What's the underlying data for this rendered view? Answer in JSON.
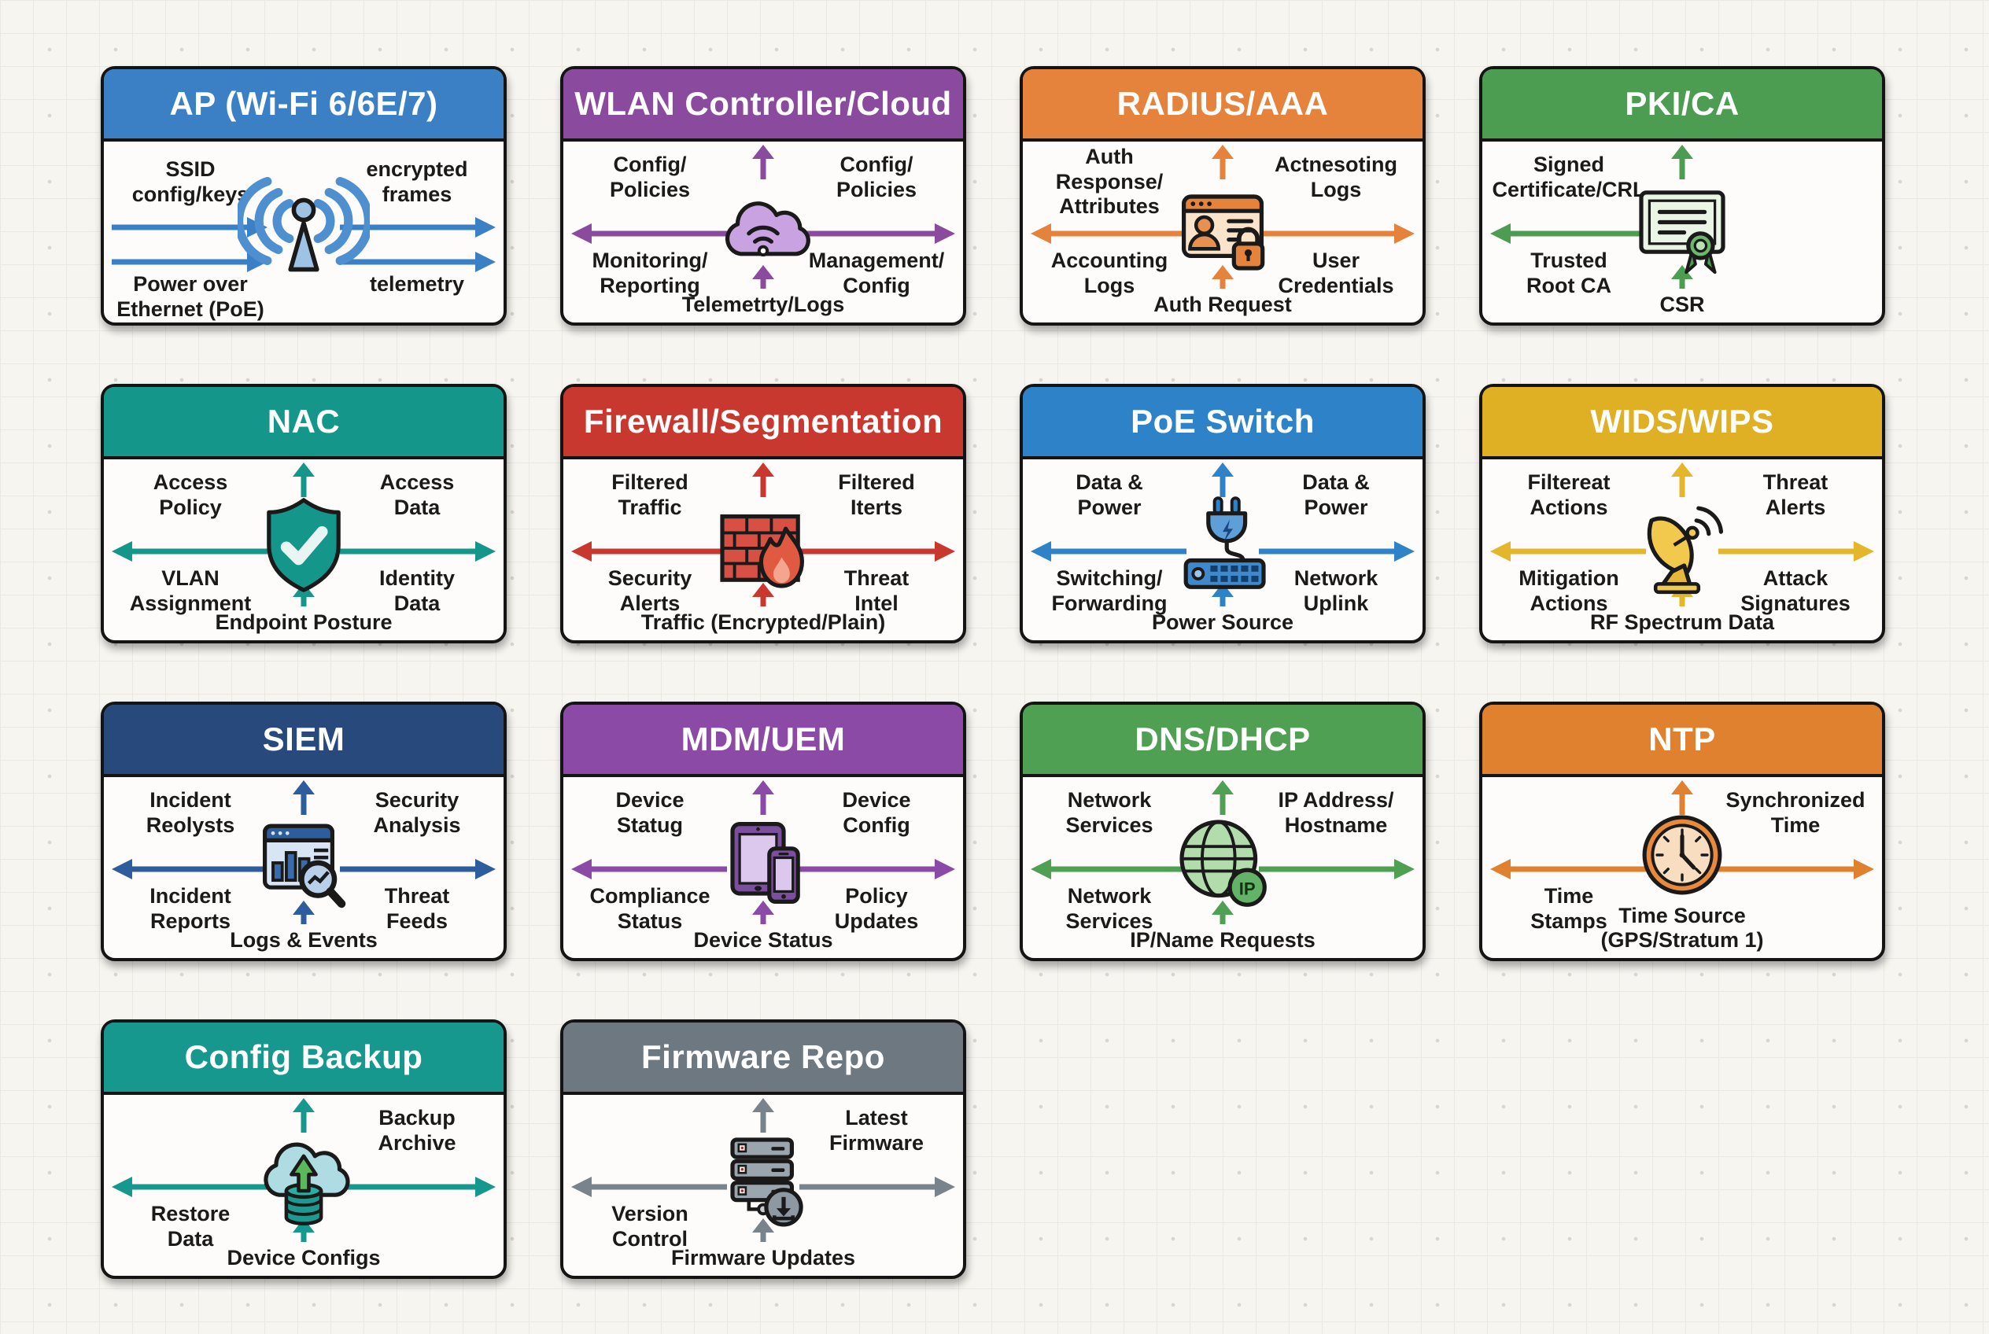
{
  "page": {
    "background": "#f7f5f0",
    "grid_line_color": "#ebe8e2",
    "card_border_color": "#141414",
    "card_background": "#fdfcfa",
    "text_color": "#1a1a1a"
  },
  "cards": [
    {
      "title": "AP (Wi-Fi 6/6E/7)",
      "header_color": "#3b80c4",
      "accent": "#3b80c4",
      "icon": "wifi-antenna-icon",
      "labels": {
        "left_top": "SSID\nconfig/keys",
        "left_bottom": "Power over\nEthernet (PoE)",
        "right_top": "encrypted\nframes",
        "right_bottom": "telemetry",
        "bottom": ""
      },
      "arrows": {
        "top": false,
        "bottom": false,
        "left": "right",
        "right": "right",
        "double": true
      }
    },
    {
      "title": "WLAN Controller/Cloud",
      "header_color": "#8a4b9f",
      "accent": "#8a4b9f",
      "icon": "cloud-wifi-icon",
      "labels": {
        "left_top": "Config/\nPolicies",
        "left_bottom": "Monitoring/\nReporting",
        "right_top": "Config/\nPolicies",
        "right_bottom": "Management/\nConfig",
        "bottom": "Telemetrty/Logs"
      },
      "arrows": {
        "top": true,
        "bottom": true,
        "left": "left",
        "right": "right",
        "double": false
      }
    },
    {
      "title": "RADIUS/AAA",
      "header_color": "#e5823b",
      "accent": "#e5823b",
      "icon": "id-card-lock-icon",
      "labels": {
        "left_top": "Auth\nResponse/\nAttributes",
        "left_bottom": "Accounting\nLogs",
        "right_top": "Actnesoting\nLogs",
        "right_bottom": "User\nCredentials",
        "bottom": "Auth Request"
      },
      "arrows": {
        "top": true,
        "bottom": true,
        "left": "left",
        "right": "right",
        "double": false
      }
    },
    {
      "title": "PKI/CA",
      "header_color": "#4c9c52",
      "accent": "#4c9c52",
      "icon": "certificate-icon",
      "labels": {
        "left_top": "Signed\nCertificate/CRL",
        "left_bottom": "Trusted\nRoot CA",
        "right_top": "",
        "right_bottom": "",
        "bottom": "CSR"
      },
      "arrows": {
        "top": true,
        "bottom": true,
        "left": "left",
        "right": null,
        "double": false
      }
    },
    {
      "title": "NAC",
      "header_color": "#14968b",
      "accent": "#14968b",
      "icon": "shield-check-icon",
      "labels": {
        "left_top": "Access\nPolicy",
        "left_bottom": "VLAN\nAssignment",
        "right_top": "Access\nData",
        "right_bottom": "Identity\nData",
        "bottom": "Endpoint Posture"
      },
      "arrows": {
        "top": true,
        "bottom": true,
        "left": "left",
        "right": "right",
        "double": false
      }
    },
    {
      "title": "Firewall/Segmentation",
      "header_color": "#c9382f",
      "accent": "#c9382f",
      "icon": "firewall-icon",
      "labels": {
        "left_top": "Filtered\nTraffic",
        "left_bottom": "Security\nAlerts",
        "right_top": "Filtered\nIterts",
        "right_bottom": "Threat\nIntel",
        "bottom": "Traffic (Encrypted/Plain)"
      },
      "arrows": {
        "top": true,
        "bottom": true,
        "left": "left",
        "right": "right",
        "double": false
      }
    },
    {
      "title": "PoE Switch",
      "header_color": "#2e82c8",
      "accent": "#2e82c8",
      "icon": "poe-plug-switch-icon",
      "labels": {
        "left_top": "Data &\nPower",
        "left_bottom": "Switching/\nForwarding",
        "right_top": "Data &\nPower",
        "right_bottom": "Network\nUplink",
        "bottom": "Power Source"
      },
      "arrows": {
        "top": true,
        "bottom": true,
        "left": "left",
        "right": "right",
        "double": false
      }
    },
    {
      "title": "WIDS/WIPS",
      "header_color": "#dfaf24",
      "accent": "#e3b62b",
      "icon": "radar-dish-icon",
      "labels": {
        "left_top": "Filtereat\nActions",
        "left_bottom": "Mitigation\nActions",
        "right_top": "Threat\nAlerts",
        "right_bottom": "Attack\nSignatures",
        "bottom": "RF Spectrum Data"
      },
      "arrows": {
        "top": true,
        "bottom": true,
        "left": "left",
        "right": "right",
        "double": false
      }
    },
    {
      "title": "SIEM",
      "header_color": "#27497b",
      "accent": "#2e5d9e",
      "icon": "siem-dashboard-icon",
      "labels": {
        "left_top": "Incident\nReolysts",
        "left_bottom": "Incident\nReports",
        "right_top": "Security\nAnalysis",
        "right_bottom": "Threat\nFeeds",
        "bottom": "Logs & Events"
      },
      "arrows": {
        "top": true,
        "bottom": true,
        "left": "left",
        "right": "right",
        "double": false
      }
    },
    {
      "title": "MDM/UEM",
      "header_color": "#8a4aa5",
      "accent": "#8a4aa5",
      "icon": "devices-icon",
      "labels": {
        "left_top": "Device\nStatug",
        "left_bottom": "Compliance\nStatus",
        "right_top": "Device\nConfig",
        "right_bottom": "Policy\nUpdates",
        "bottom": "Device Status"
      },
      "arrows": {
        "top": true,
        "bottom": true,
        "left": "left",
        "right": "right",
        "double": false
      }
    },
    {
      "title": "DNS/DHCP",
      "header_color": "#4fa053",
      "accent": "#4fa053",
      "icon": "globe-ip-icon",
      "labels": {
        "left_top": "Network\nServices",
        "left_bottom": "Network\nServices",
        "right_top": "IP Address/\nHostname",
        "right_bottom": "",
        "bottom": "IP/Name Requests"
      },
      "arrows": {
        "top": true,
        "bottom": true,
        "left": "left",
        "right": "right",
        "double": false
      }
    },
    {
      "title": "NTP",
      "header_color": "#df812e",
      "accent": "#df812e",
      "icon": "clock-icon",
      "labels": {
        "left_top": "",
        "left_bottom": "Time\nStamps",
        "right_top": "Synchronized\nTime",
        "right_bottom": "",
        "bottom": "Time Source\n(GPS/Stratum 1)"
      },
      "arrows": {
        "top": true,
        "bottom": false,
        "left": "left",
        "right": "right",
        "double": false
      }
    },
    {
      "title": "Config Backup",
      "header_color": "#17988e",
      "accent": "#17988e",
      "icon": "cloud-db-icon",
      "labels": {
        "left_top": "",
        "left_bottom": "Restore\nData",
        "right_top": "Backup\nArchive",
        "right_bottom": "",
        "bottom": "Device Configs"
      },
      "arrows": {
        "top": true,
        "bottom": true,
        "left": "left",
        "right": "right",
        "double": false
      }
    },
    {
      "title": "Firmware Repo",
      "header_color": "#6d7880",
      "accent": "#78838c",
      "icon": "server-download-icon",
      "labels": {
        "left_top": "",
        "left_bottom": "Version\nControl",
        "right_top": "Latest\nFirmware",
        "right_bottom": "",
        "bottom": "Firmware Updates"
      },
      "arrows": {
        "top": true,
        "bottom": true,
        "left": "left",
        "right": "right",
        "double": false
      }
    }
  ]
}
